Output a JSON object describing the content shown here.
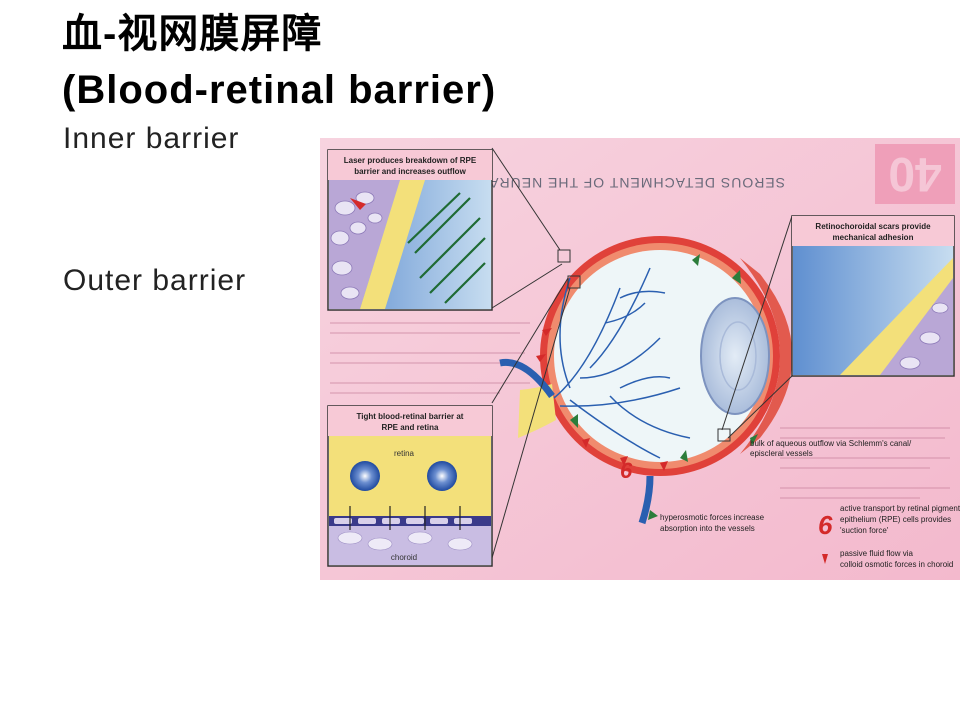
{
  "slide": {
    "title_line1": "血-视网膜屏障",
    "title_line2": "(Blood-retinal barrier)",
    "label_inner": "Inner barrier",
    "label_outer": "Outer barrier"
  },
  "figure": {
    "page_heading": "SEROUS DETACHMENT OF THE NEURAL RETINA",
    "page_number": "40",
    "inset_top_caption_1": "Laser produces breakdown of RPE",
    "inset_top_caption_2": "barrier and increases outflow",
    "inset_right_caption_1": "Retinochoroidal scars provide",
    "inset_right_caption_2": "mechanical adhesion",
    "inset_bottom_caption_1": "Tight blood-retinal barrier at",
    "inset_bottom_caption_2": "RPE and retina",
    "inset_bottom_retina": "retina",
    "inset_bottom_choroid": "choroid",
    "outflow_label_1": "bulk of aqueous outflow via Schlemm's canal/",
    "outflow_label_2": "episcleral vessels",
    "hyperosmotic_1": "hyperosmotic forces increase",
    "hyperosmotic_2": "absorption into the vessels",
    "active_1": "active transport by retinal pigment",
    "active_2": "epithelium (RPE) cells provides",
    "active_3": "'suction force'",
    "passive_1": "passive fluid flow via",
    "passive_2": "colloid osmotic forces in choroid",
    "six_glyph": "6",
    "colors": {
      "sclera": "#e0413a",
      "vitreous": "#eef6f8",
      "background_page": "#f6c6d6",
      "vessel": "#2a5fb0",
      "rpe_yellow": "#f3e07a",
      "choroid_purple": "#b9a7d6"
    }
  }
}
